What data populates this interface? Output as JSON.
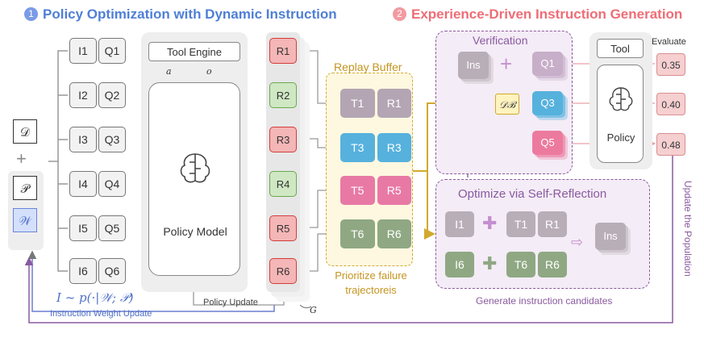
{
  "section1": {
    "number": "1",
    "title": "Policy Optimization with Dynamic Instruction"
  },
  "section2": {
    "number": "2",
    "title": "Experience-Driven Instruction Generation"
  },
  "left_inputs": {
    "d": "𝒟",
    "plus": "+",
    "p": "𝒫",
    "w": "𝒲"
  },
  "instructions": [
    "I1",
    "I2",
    "I3",
    "I4",
    "I5",
    "I6"
  ],
  "queries": [
    "Q1",
    "Q2",
    "Q3",
    "Q4",
    "Q5",
    "Q6"
  ],
  "tool_engine": "Tool Engine",
  "action_labels": {
    "a": "a",
    "o": "o"
  },
  "policy_model": "Policy Model",
  "rewards": [
    {
      "label": "R1",
      "status": "fail"
    },
    {
      "label": "R2",
      "status": "pass"
    },
    {
      "label": "R3",
      "status": "fail"
    },
    {
      "label": "R4",
      "status": "pass"
    },
    {
      "label": "R5",
      "status": "fail"
    },
    {
      "label": "R6",
      "status": "fail"
    }
  ],
  "group_label": "G",
  "policy_update": "Policy Update",
  "instruction_weight_update": "Instruction Weight Update",
  "sampling_formula": "I ~ p(·|𝒲; 𝒫)",
  "replay_buffer": {
    "title": "Replay Buffer",
    "pairs": [
      {
        "t": "T1",
        "r": "R1",
        "color": "#b3a5b3"
      },
      {
        "t": "T3",
        "r": "R3",
        "color": "#56b1dd"
      },
      {
        "t": "T5",
        "r": "R5",
        "color": "#e879a5"
      },
      {
        "t": "T6",
        "r": "R6",
        "color": "#8fa883"
      }
    ],
    "caption_line1": "Prioritize failure",
    "caption_line2": "trajectoreis"
  },
  "verification": {
    "title": "Verification",
    "ins": "Ins",
    "plus": "+",
    "db": "𝒟ℬ",
    "queries": [
      {
        "label": "Q1",
        "color": "#c7aec9"
      },
      {
        "label": "Q3",
        "color": "#56b1dd"
      },
      {
        "label": "Q5",
        "color": "#ec7a9f"
      }
    ]
  },
  "tool_policy": {
    "tool": "Tool",
    "policy": "Policy",
    "evaluate": "Evaluate"
  },
  "scores": [
    "0.35",
    "0.40",
    "0.48"
  ],
  "update_population": "Update the Population",
  "self_reflection": {
    "title": "Optimize via Self-Reflection",
    "rows": [
      {
        "i": "I1",
        "t": "T1",
        "r": "R1"
      },
      {
        "i": "I6",
        "t": "T6",
        "r": "R6"
      }
    ],
    "ins": "Ins",
    "caption": "Generate instruction candidates"
  },
  "colors": {
    "blue_title": "#4f7fd6",
    "red_title": "#ee6d76",
    "gold": "#d2a92e",
    "purple": "#8a5aa0"
  }
}
